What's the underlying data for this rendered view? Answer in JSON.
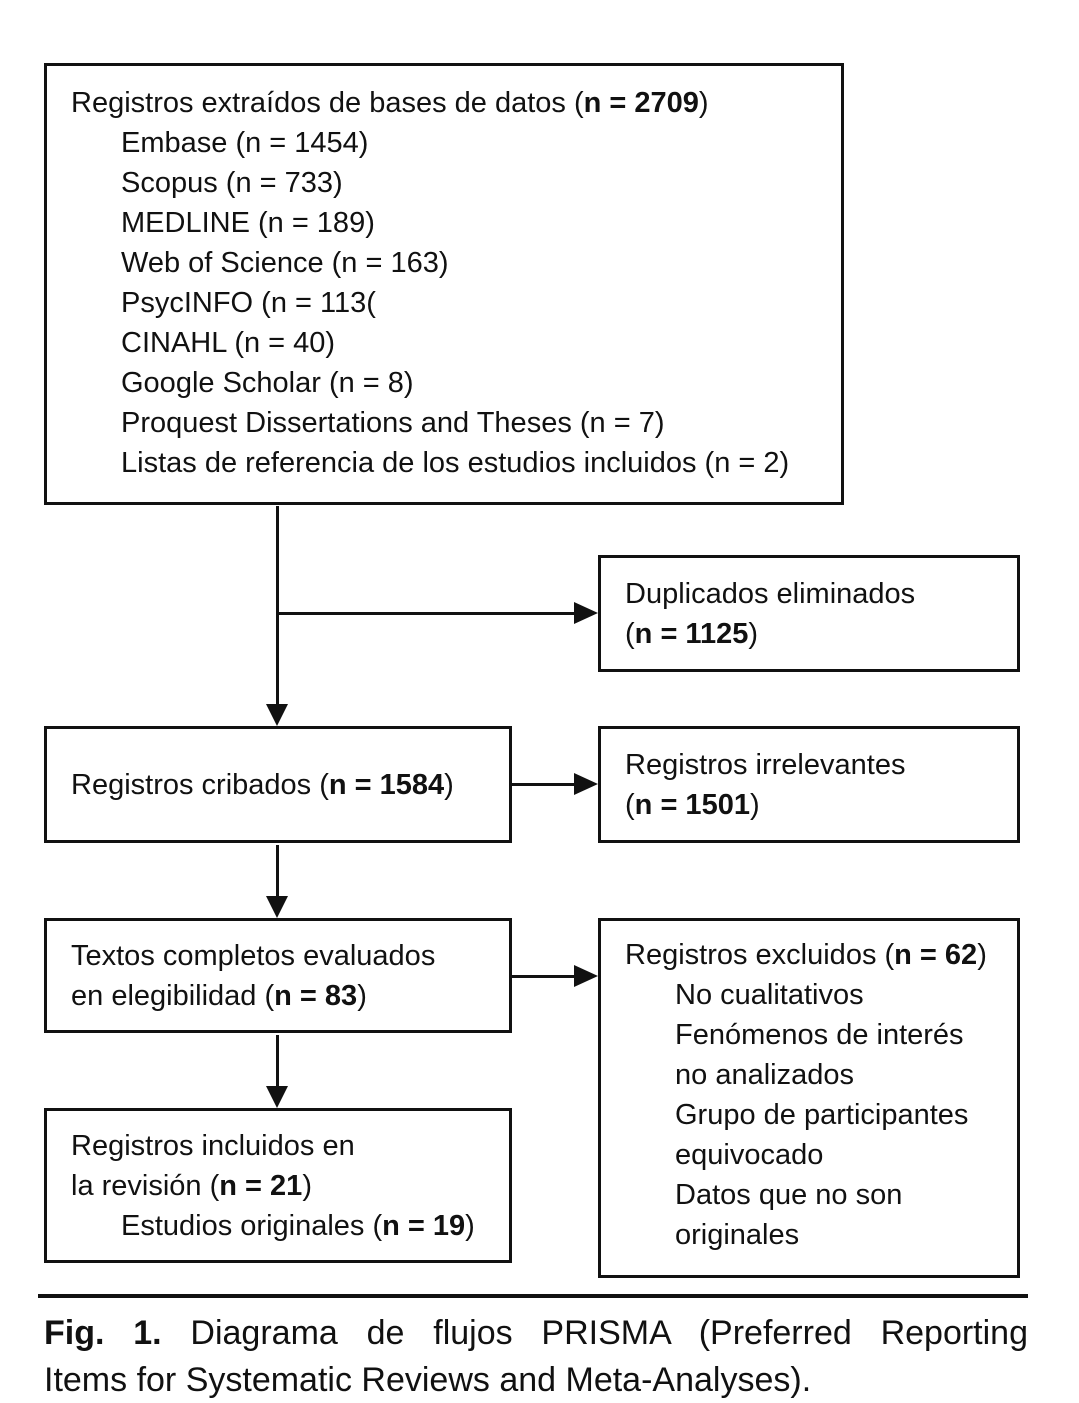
{
  "boxes": {
    "identification": {
      "title": {
        "prefix": "Registros extraídos de bases de datos (",
        "bold": "n = 2709",
        "suffix": ")"
      },
      "items": [
        "Embase (n = 1454)",
        "Scopus (n = 733)",
        "MEDLINE (n = 189)",
        "Web of Science (n = 163)",
        "PsycINFO (n = 113(",
        "CINAHL (n = 40)",
        "Google Scholar (n = 8)",
        "Proquest Dissertations and Theses (n = 7)",
        "Listas de referencia de los estudios incluidos (n = 2)"
      ]
    },
    "duplicates": {
      "line1": "Duplicados eliminados",
      "line2": {
        "prefix": "(",
        "bold": "n = 1125",
        "suffix": ")"
      }
    },
    "screened": {
      "title": {
        "prefix": "Registros cribados (",
        "bold": "n = 1584",
        "suffix": ")"
      }
    },
    "irrelevant": {
      "line1": "Registros irrelevantes",
      "line2": {
        "prefix": "(",
        "bold": "n = 1501",
        "suffix": ")"
      }
    },
    "fulltext": {
      "line1": "Textos completos evaluados",
      "line2": {
        "prefix": "en elegibilidad (",
        "bold": "n = 83",
        "suffix": ")"
      }
    },
    "excluded": {
      "title": {
        "prefix": "Registros excluidos (",
        "bold": "n = 62",
        "suffix": ")"
      },
      "items": [
        "No cualitativos",
        "Fenómenos de interés\nno analizados",
        "Grupo de participantes\nequivocado",
        "Datos que no son\noriginales"
      ]
    },
    "included": {
      "line1": "Registros incluidos en",
      "line2": {
        "prefix": "la revisión (",
        "bold": "n = 21",
        "suffix": ")"
      },
      "sub": {
        "prefix": "Estudios originales (",
        "bold": "n = 19",
        "suffix": ")"
      }
    }
  },
  "caption": {
    "line1": {
      "bold": "Fig. 1.",
      "rest": " Diagrama de flujos PRISMA (Preferred Reporting"
    },
    "line2": "Items for Systematic Reviews and Meta-Analyses)."
  },
  "colors": {
    "ink": "#111111",
    "background": "#ffffff"
  }
}
